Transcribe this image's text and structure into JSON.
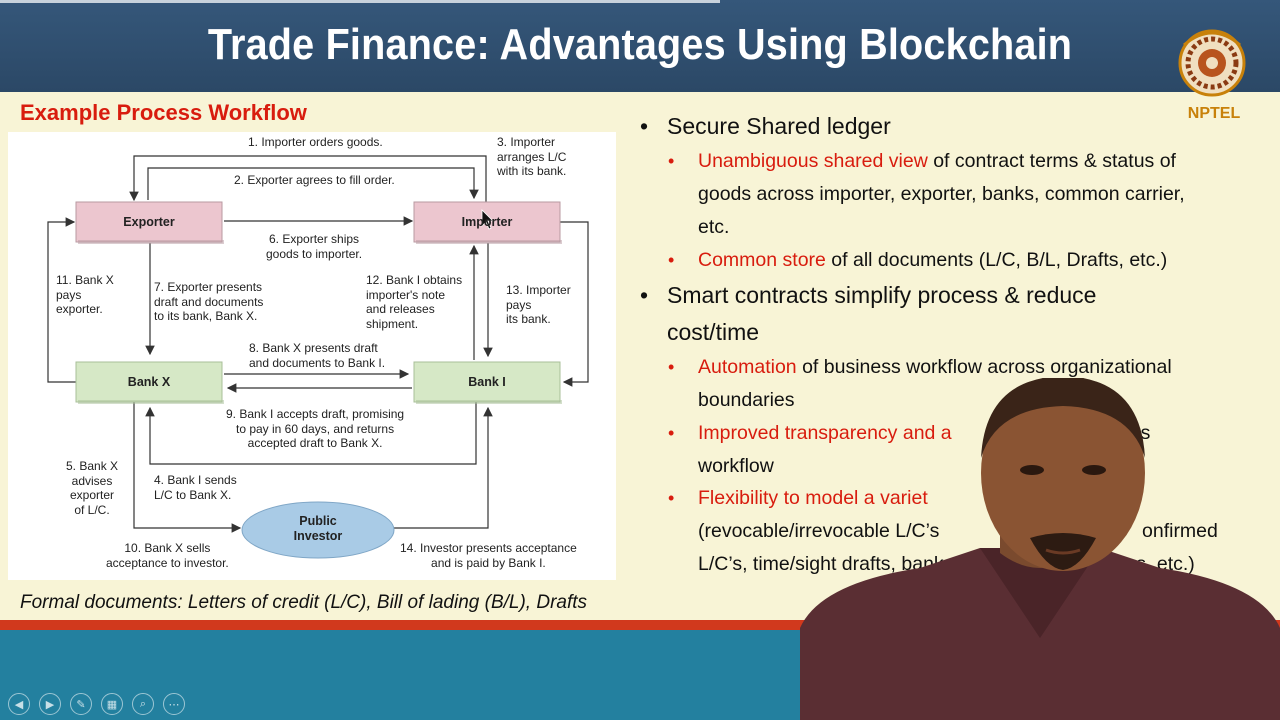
{
  "slide": {
    "title": "Trade Finance: Advantages Using Blockchain",
    "logo_text": "NPTEL",
    "section_heading": "Example Process Workflow",
    "caption": "Formal documents: Letters of credit (L/C), Bill of lading (B/L), Drafts"
  },
  "diagram": {
    "nodes": {
      "exporter": "Exporter",
      "importer": "Importer",
      "bank_x": "Bank X",
      "bank_i": "Bank I",
      "investor": "Public\nInvestor"
    },
    "steps": [
      "1. Importer orders goods.",
      "2. Exporter agrees to fill order.",
      "3. Importer\narranges L/C\nwith its bank.",
      "4. Bank I sends\nL/C to Bank X.",
      "5. Bank X\nadvises\nexporter\nof L/C.",
      "6. Exporter ships\ngoods to importer.",
      "7. Exporter presents\ndraft and documents\nto its bank, Bank X.",
      "8. Bank X presents draft\nand documents to Bank I.",
      "9. Bank I accepts draft, promising\nto pay in 60 days, and returns\naccepted draft to Bank X.",
      "10. Bank X sells\nacceptance to investor.",
      "11. Bank X\npays\nexporter.",
      "12. Bank I obtains\nimporter's note\nand releases\nshipment.",
      "13. Importer\npays\nits bank.",
      "14. Investor presents acceptance\nand is paid by Bank I."
    ]
  },
  "bullets": {
    "b1": "Secure Shared ledger",
    "b1_1_red": "Unambiguous shared view",
    "b1_1_rest": " of contract terms & status of",
    "b1_1_line2": "goods across importer, exporter, banks, common carrier,",
    "b1_1_line3": "etc.",
    "b1_2_red": "Common store",
    "b1_2_rest": " of all documents (L/C, B/L, Drafts, etc.)",
    "b2": "Smart contracts simplify process & reduce",
    "b2_line2": "cost/time",
    "b2_1_red": "Automation",
    "b2_1_rest": " of business workflow across organizational",
    "b2_1_line2": "boundaries",
    "b2_2_red": "Improved transparency and a",
    "b2_2_rest": "ess",
    "b2_2_line2": "workflow",
    "b2_3_red": "Flexibility to model a variet",
    "b2_3_line2a": "(revocable/irrevocable L/C’s",
    "b2_3_line2b": "onfirmed",
    "b2_3_line3a": "L/C’s, time/sight drafts, bank",
    "b2_3_line3b": "ances, etc.)"
  },
  "toolbar": {
    "icons": [
      "prev-icon",
      "next-icon",
      "pen-icon",
      "slides-icon",
      "zoom-icon",
      "more-icon"
    ]
  },
  "colors": {
    "title_bar": "#2b4866",
    "content_bg": "#f8f4d6",
    "accent_red": "#d81c0e",
    "bottom_bar": "#23809f",
    "exporter_box": "#ecc6cf",
    "bank_box": "#d6e8c6",
    "investor_oval": "#a9cbe6"
  }
}
